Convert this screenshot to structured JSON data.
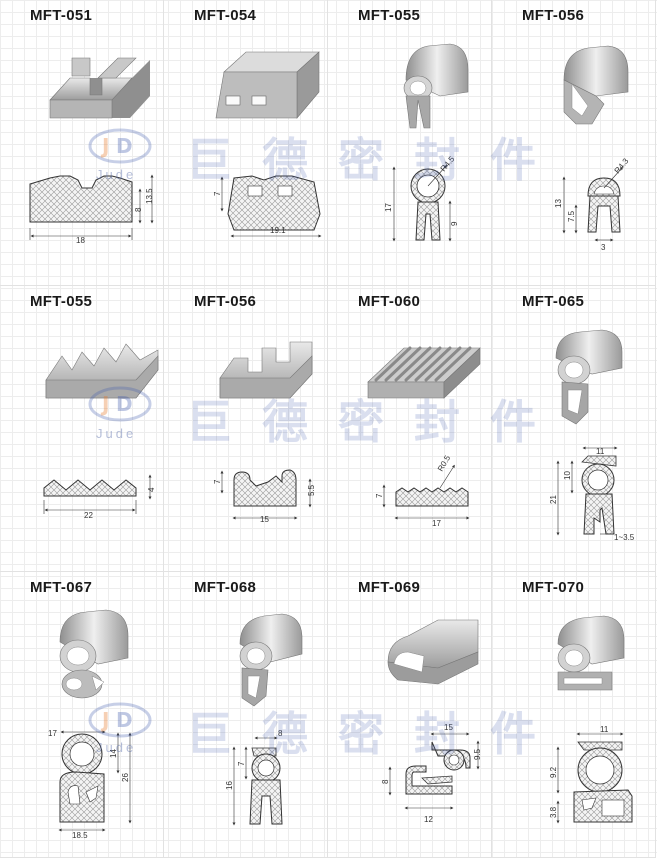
{
  "watermark": {
    "brand_cn": "巨德密封件",
    "brand_en": "Jude",
    "logo_icon": "jd-logo-icon"
  },
  "products": [
    {
      "code": "MFT-051",
      "dims": [
        "18",
        "8",
        "13.5"
      ]
    },
    {
      "code": "MFT-054",
      "dims": [
        "7",
        "19.1"
      ]
    },
    {
      "code": "MFT-055",
      "dims": [
        "R4.5",
        "17",
        "9"
      ]
    },
    {
      "code": "MFT-056",
      "dims": [
        "R4.3",
        "13",
        "7.5",
        "3"
      ]
    },
    {
      "code": "MFT-055",
      "dims": [
        "22",
        "4"
      ]
    },
    {
      "code": "MFT-056",
      "dims": [
        "7",
        "5.5",
        "15"
      ]
    },
    {
      "code": "MFT-060",
      "dims": [
        "R0.5",
        "7",
        "17"
      ]
    },
    {
      "code": "MFT-065",
      "dims": [
        "11",
        "10",
        "21",
        "1~3.5"
      ]
    },
    {
      "code": "MFT-067",
      "dims": [
        "17",
        "14",
        "26",
        "18.5"
      ]
    },
    {
      "code": "MFT-068",
      "dims": [
        "8",
        "7",
        "16"
      ]
    },
    {
      "code": "MFT-069",
      "dims": [
        "15",
        "9.5",
        "8",
        "12"
      ]
    },
    {
      "code": "MFT-070",
      "dims": [
        "11",
        "9.2",
        "3.8"
      ]
    }
  ]
}
